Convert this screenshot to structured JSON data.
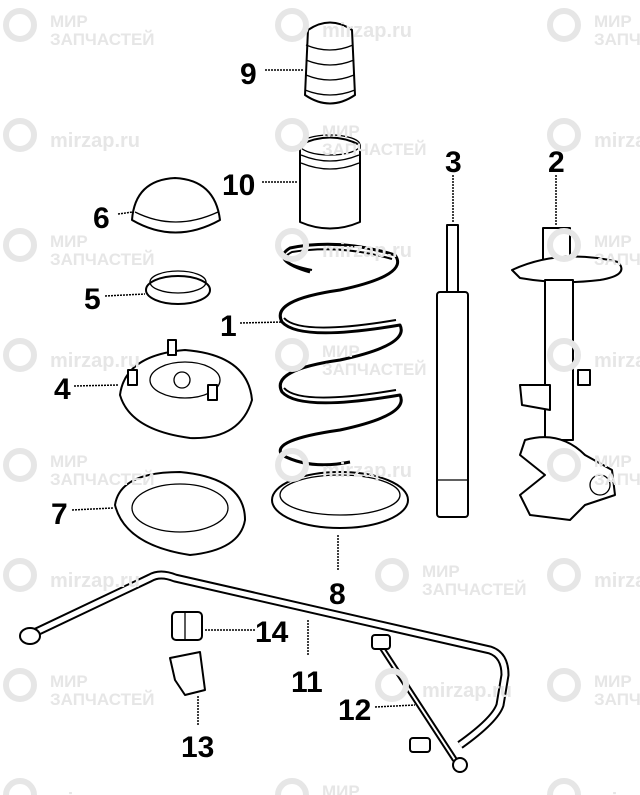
{
  "watermark": {
    "line1": "МИР",
    "line2": "ЗАПЧАСТЕЙ",
    "site": "mirzap.ru"
  },
  "callouts": {
    "p1": "1",
    "p2": "2",
    "p3": "3",
    "p4": "4",
    "p5": "5",
    "p6": "6",
    "p7": "7",
    "p8": "8",
    "p9": "9",
    "p10": "10",
    "p11": "11",
    "p12": "12",
    "p13": "13",
    "p14": "14"
  },
  "colors": {
    "line": "#000000",
    "watermark": "#e6e6e6",
    "background": "#ffffff"
  }
}
